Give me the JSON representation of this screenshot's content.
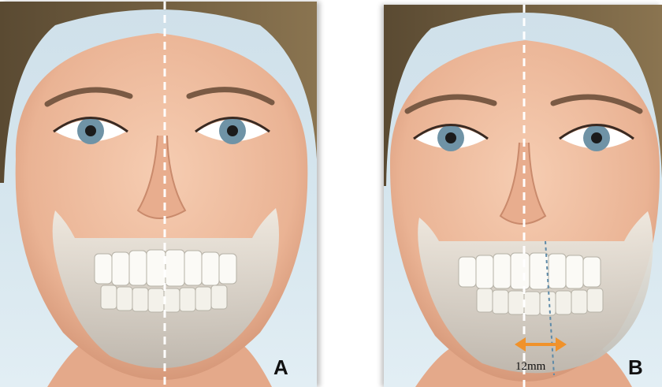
{
  "panels": [
    {
      "label": "A"
    },
    {
      "label": "B",
      "measurement": "12mm"
    }
  ],
  "colors": {
    "skin": "#f0bfa2",
    "skin_shadow": "#d99b7c",
    "hair": "#6b5a3e",
    "bone": "#e6e3da",
    "midline": "#ffffff",
    "arrow": "#f0922b",
    "background": "#d3e4ec"
  }
}
